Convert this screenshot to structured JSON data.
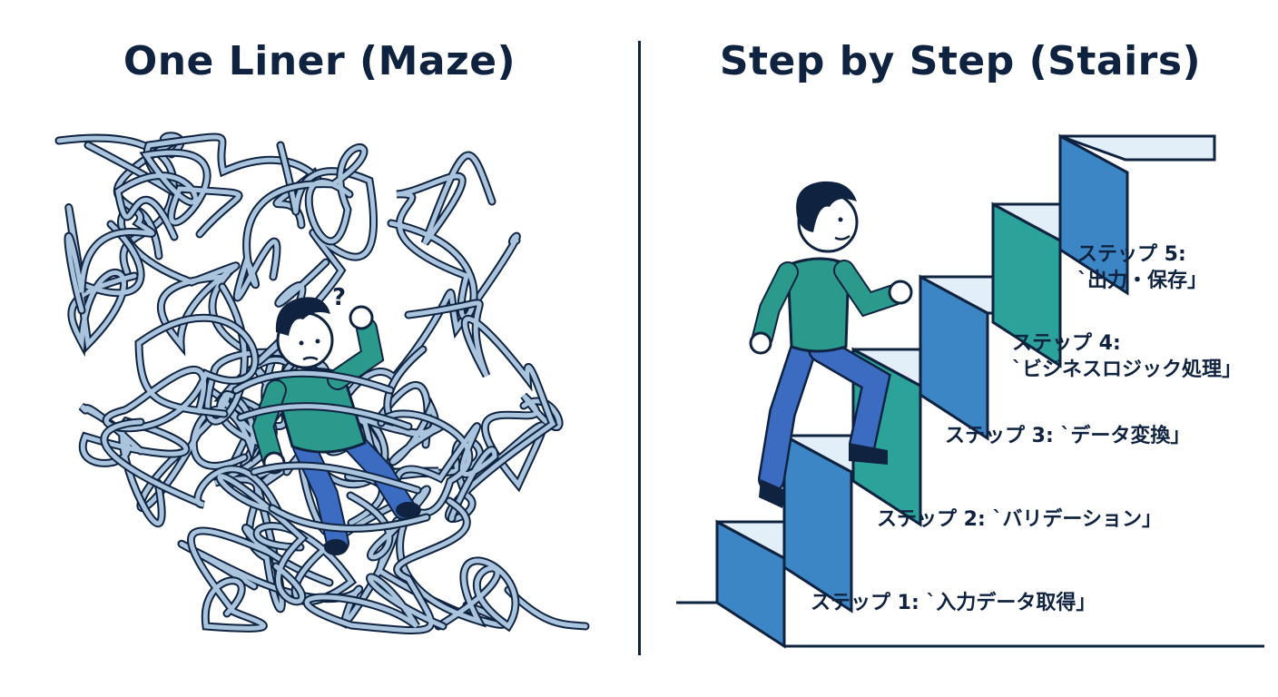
{
  "panels": {
    "left": {
      "title": "One Liner (Maze)"
    },
    "right": {
      "title": "Step by Step (Stairs)"
    }
  },
  "maze_figure": {
    "question_mark": "?"
  },
  "steps": [
    {
      "line1": "ステップ 1: `入力データ取得」"
    },
    {
      "line1": "ステップ 2: `バリデーション」"
    },
    {
      "line1": "ステップ 3: `データ変換」"
    },
    {
      "line1": "ステップ 4:",
      "line2": "`ビジネスロジック処理」"
    },
    {
      "line1": "ステップ 5:",
      "line2": "`出力・保存」"
    }
  ],
  "colors": {
    "ink": "#0f2340",
    "tangle": "#a9c4dc",
    "stair_blue": "#3d86c6",
    "stair_teal": "#2ba39a",
    "tread": "#e3eff8",
    "shirt": "#2b9a8c",
    "pants": "#3b6cc2"
  }
}
